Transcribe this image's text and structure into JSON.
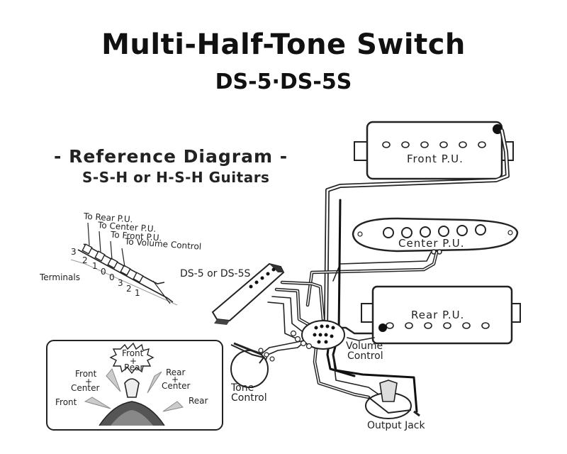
{
  "title": "Multi-Half-Tone Switch",
  "subtitle": "DS-5·DS-5S",
  "reference": {
    "title": "- Reference Diagram -",
    "subtitle": "S-S-H or H-S-H Guitars"
  },
  "terminal_block": {
    "to_rear": "To Rear P.U.",
    "to_center": "To Center P.U.",
    "to_front": "To Front P.U.",
    "to_volume": "To Volume Control",
    "terminals_label": "Terminals",
    "numbers_top": [
      "3",
      "2",
      "1",
      "0"
    ],
    "numbers_bottom": [
      "0",
      "3",
      "2",
      "1"
    ]
  },
  "switch_label": "DS-5 or DS-5S",
  "pickups": {
    "front": "Front P.U.",
    "center": "Center P.U.",
    "rear": "Rear P.U."
  },
  "controls": {
    "volume_line1": "Volume",
    "volume_line2": "Control",
    "tone_line1": "Tone",
    "tone_line2": "Control",
    "output": "Output Jack"
  },
  "positions": {
    "front_rear_1": "Front",
    "front_rear_2": "+",
    "front_rear_3": "Rear",
    "front_center_1": "Front",
    "front_center_2": "+",
    "front_center_3": "Center",
    "rear_center_1": "Rear",
    "rear_center_2": "+",
    "rear_center_3": "Center",
    "front": "Front",
    "rear": "Rear"
  }
}
